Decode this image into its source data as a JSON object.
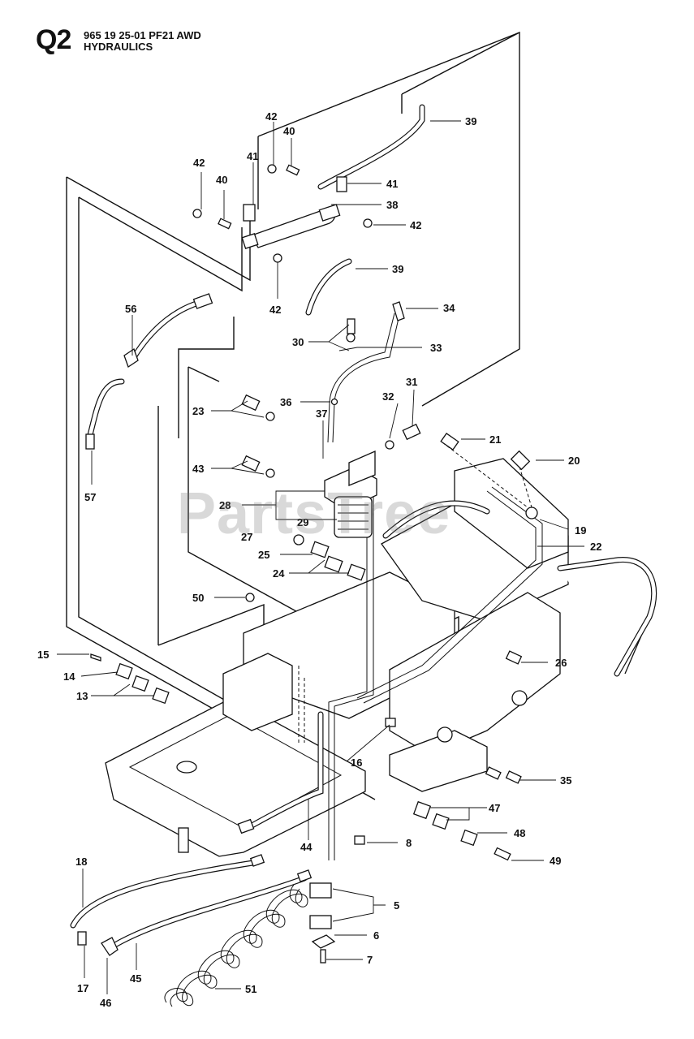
{
  "header": {
    "code": "Q2",
    "line1": "965 19 25-01 PF21 AWD",
    "line2": "HYDRAULICS"
  },
  "watermark": "PartsTree",
  "callouts": [
    "42",
    "40",
    "42",
    "40",
    "41",
    "41",
    "38",
    "42",
    "42",
    "39",
    "39",
    "56",
    "34",
    "30",
    "33",
    "36",
    "31",
    "32",
    "23",
    "37",
    "21",
    "20",
    "43",
    "57",
    "28",
    "29",
    "19",
    "27",
    "22",
    "25",
    "24",
    "50",
    "15",
    "26",
    "14",
    "13",
    "16",
    "35",
    "47",
    "48",
    "8",
    "44",
    "49",
    "18",
    "5",
    "6",
    "7",
    "17",
    "46",
    "45",
    "51"
  ]
}
